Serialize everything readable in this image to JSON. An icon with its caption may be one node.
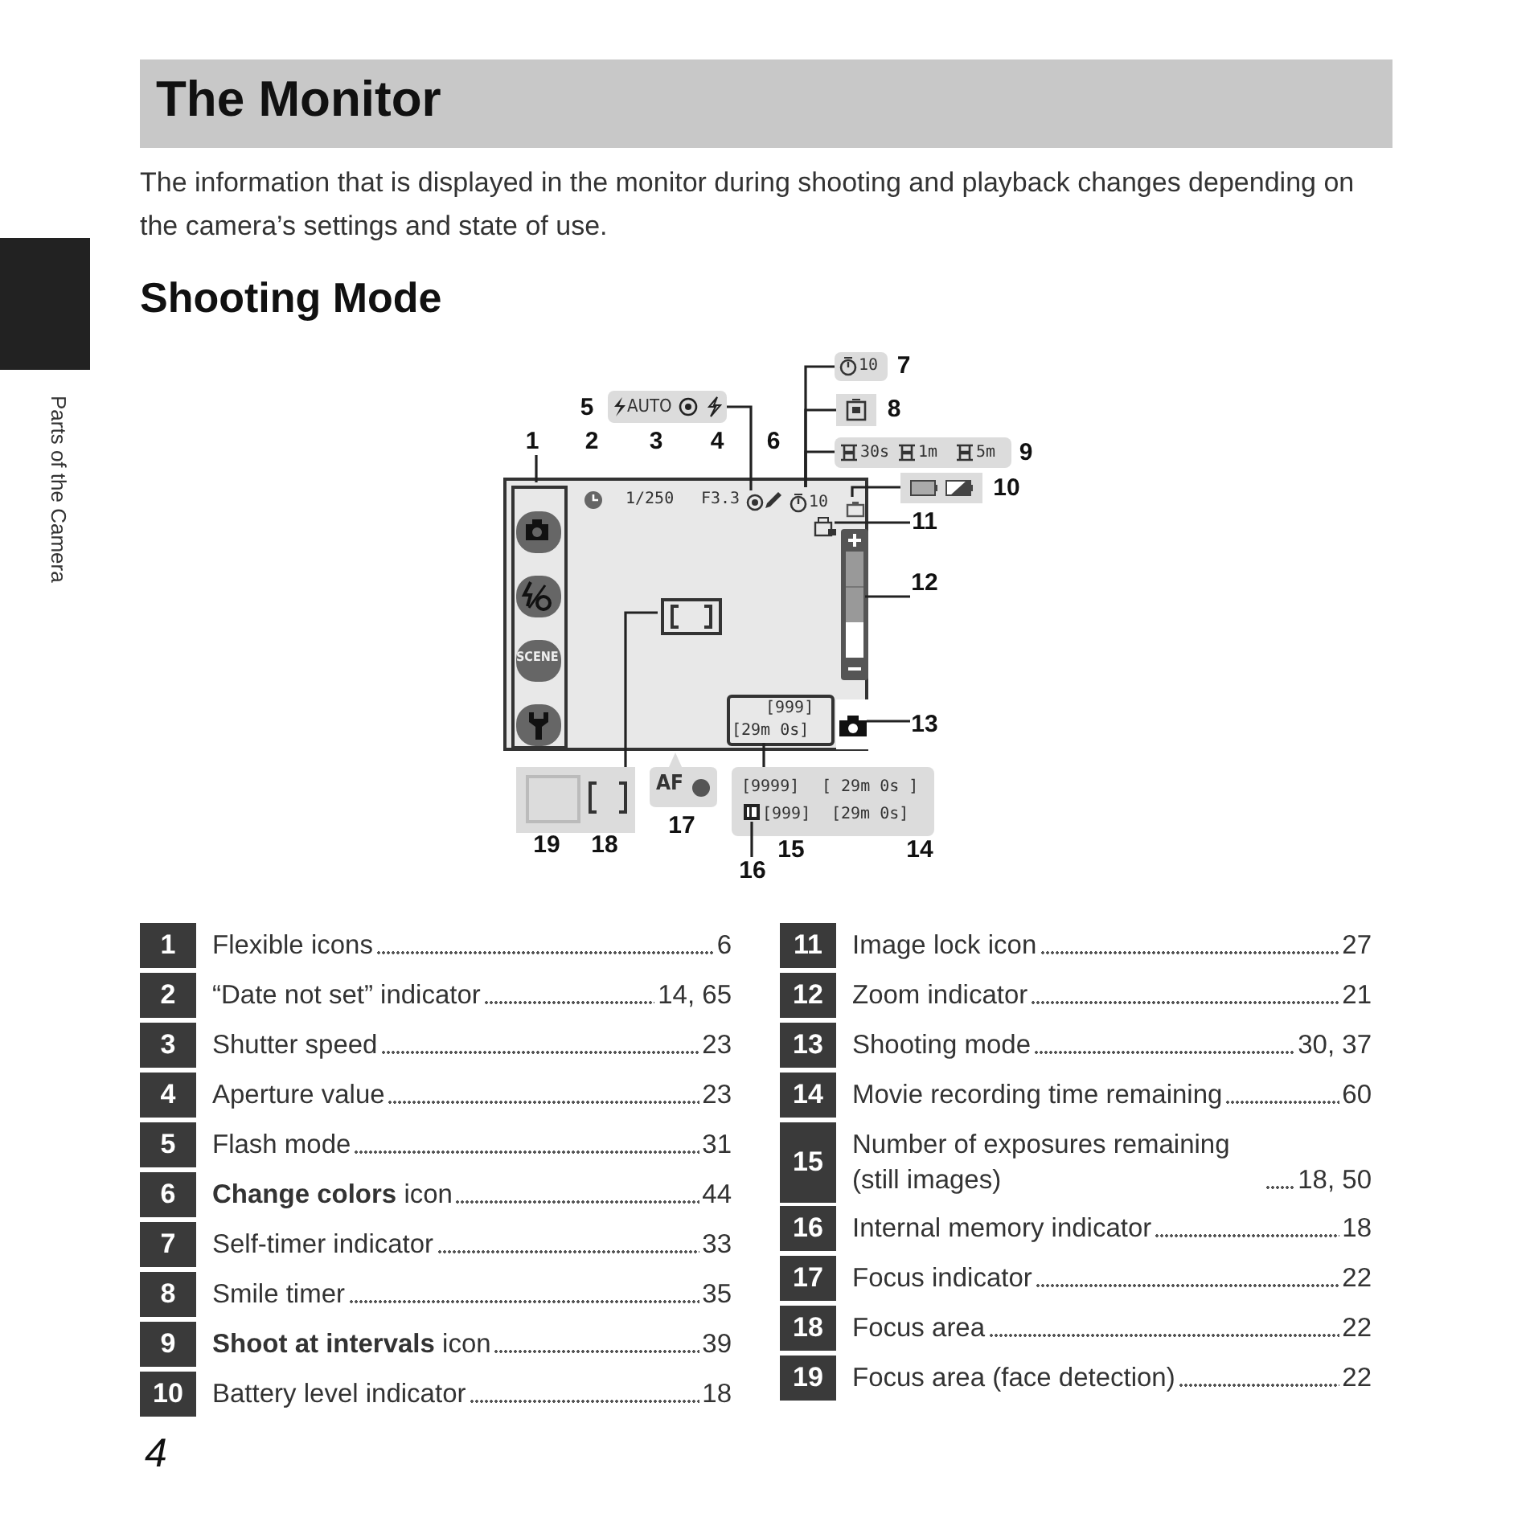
{
  "diagram": {
    "title": "The Monitor",
    "nodes": [
      {
        "text": [],
        "shape": "box"
      },
      {
        "text": [],
        "shape": "box",
        "in": 0
      },
      {
        "text": [],
        "shape": "circle",
        "in": 0
      },
      {
        "text": [
          "10"
        ],
        "in": 0
      },
      {
        "text": [],
        "shape": "box",
        "in": 0
      },
      {
        "text": [],
        "shape": "box",
        "in": 0
      },
      {
        "text": [],
        "shape": "bar",
        "in": 0
      },
      {
        "text": [],
        "shape": "box",
        "in": 0
      },
      {
        "text": [],
        "shape": "box",
        "in": 0
      },
      {
        "text": [
          "[999]",
          "[29m 0s]"
        ],
        "in": 0
      },
      {
        "text": [
          "1"
        ]
      },
      {
        "text": [
          "2"
        ]
      },
      {
        "text": [
          "3"
        ]
      },
      {
        "text": [
          "4"
        ]
      },
      {
        "text": [
          "5"
        ]
      },
      {
        "text": [
          "AUTO"
        ]
      },
      {
        "text": [
          "6"
        ]
      },
      {
        "text": [
          "10"
        ]
      },
      {
        "text": [
          "7"
        ]
      },
      {
        "text": [],
        "shape": "box"
      },
      {
        "text": [
          "8"
        ]
      },
      {
        "text": [
          "30s",
          "1m",
          "5m"
        ]
      },
      {
        "text": [
          "9"
        ]
      },
      {
        "text": [],
        "shape": "box"
      },
      {
        "text": [
          "10"
        ]
      },
      {
        "text": [
          "11"
        ]
      },
      {
        "text": [
          "12"
        ]
      },
      {
        "text": [
          "13"
        ]
      },
      {
        "text": [],
        "shape": "box"
      },
      {
        "text": [
          "AF"
        ]
      },
      {
        "text": [
          "[9999]",
          "[ 29m 0s ]",
          "[999]",
          "[29m 0s]"
        ]
      },
      {
        "text": [
          "19"
        ]
      },
      {
        "text": [
          "18"
        ]
      },
      {
        "text": [
          "17"
        ]
      },
      {
        "text": [
          "16"
        ]
      },
      {
        "text": [
          "15"
        ]
      },
      {
        "text": [
          "14"
        ]
      },
      {
        "text": [],
        "shape": "box",
        "in": 30
      },
      {
        "text": [],
        "shape": "box"
      }
    ],
    "edges": [
      {
        "from": 10,
        "to": 1,
        "arrow": "none"
      },
      {
        "from": 15,
        "to": 2,
        "arrow": "none"
      },
      {
        "from": 17,
        "to": 3,
        "arrow": "none"
      },
      {
        "from": 19,
        "to": 3,
        "arrow": "none"
      },
      {
        "from": 21,
        "to": 3,
        "arrow": "none"
      },
      {
        "from": 23,
        "to": 4,
        "arrow": "none"
      },
      {
        "from": 25,
        "to": 5,
        "arrow": "none"
      },
      {
        "from": 26,
        "to": 6,
        "arrow": "none"
      },
      {
        "from": 27,
        "to": 7,
        "arrow": "none"
      },
      {
        "from": 8,
        "to": 28,
        "arrow": "none"
      },
      {
        "from": 9,
        "to": 30,
        "arrow": "none"
      },
      {
        "from": 34,
        "to": 37,
        "arrow": "none"
      }
    ],
    "labels": [
      "Parts of the Camera",
      "The information that is displayed in the monitor during shooting and playback changes depending on the camera’s settings and state of use.",
      "Shooting Mode",
      "1/250",
      "F3.3",
      "SCENE",
      "1",
      "Flexible icons",
      "6",
      "2",
      "“Date not set” indicator",
      "14, 65",
      "3",
      "Shutter speed",
      "23",
      "4",
      "Aperture value",
      "23",
      "5",
      "Flash mode",
      "31",
      "6",
      "**Change colors** icon",
      "44",
      "7",
      "Self-timer indicator",
      "33",
      "8",
      "Smile timer",
      "35",
      "9",
      "**Shoot at intervals** icon",
      "39",
      "10",
      "Battery level indicator",
      "18",
      "11",
      "Image lock icon",
      "27",
      "12",
      "Zoom indicator",
      "21",
      "13",
      "Shooting mode",
      "30, 37",
      "14",
      "Movie recording time remaining",
      "60",
      "15",
      "Number of exposures remaining (still images)",
      "18, 50",
      "16",
      "Internal memory indicator",
      "18",
      "17",
      "Focus indicator",
      "22",
      "18",
      "Focus area",
      "22",
      "19",
      "Focus area (face detection)",
      "22",
      "4"
    ]
  }
}
